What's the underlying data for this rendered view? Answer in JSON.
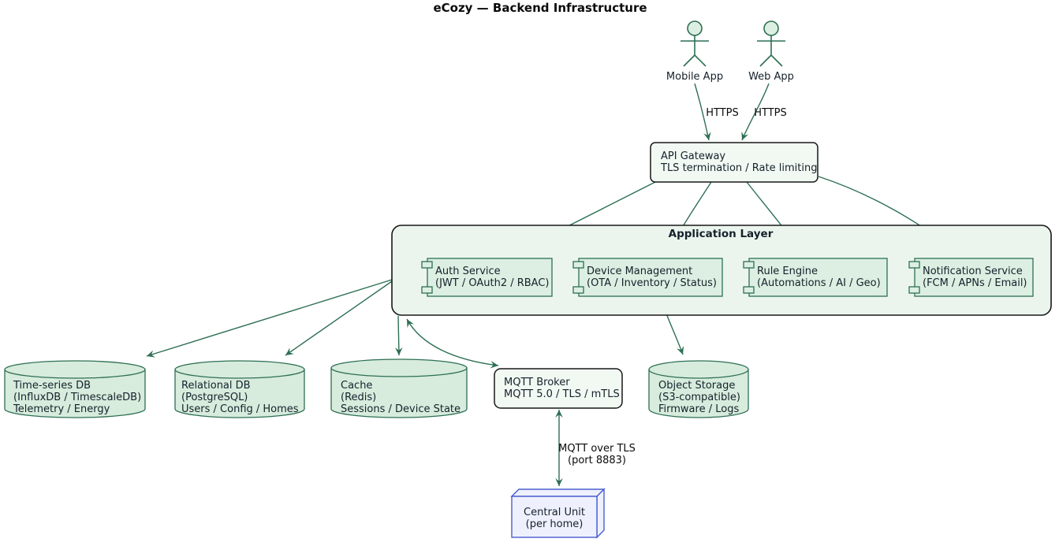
{
  "title": "eCozy — Backend Infrastructure",
  "palette": {
    "edge_green": "#2e6f53",
    "shape_border_green": "#2e6f53",
    "box_border_dark": "#181818",
    "gateway_fill": "#f2f9f3",
    "container_fill": "#ebf5ee",
    "component_fill": "#dcefe2",
    "database_fill": "#d7ecdd",
    "central_unit_border": "#4a5fd0",
    "central_unit_fill": "#eef1fd",
    "text_color": "#15212b"
  },
  "actors": {
    "mobile": {
      "label": "Mobile App"
    },
    "web": {
      "label": "Web App"
    }
  },
  "edge_labels": {
    "https_mobile": "HTTPS",
    "https_web": "HTTPS",
    "mqtt_line1": "MQTT over TLS",
    "mqtt_line2": "(port 8883)"
  },
  "nodes": {
    "api_gateway": {
      "lines": [
        "API Gateway",
        "TLS termination / Rate limiting"
      ]
    },
    "application_layer": {
      "title": "Application Layer"
    },
    "auth_service": {
      "lines": [
        "Auth Service",
        "(JWT / OAuth2 / RBAC)"
      ]
    },
    "device_management": {
      "lines": [
        "Device Management",
        "(OTA / Inventory / Status)"
      ]
    },
    "rule_engine": {
      "lines": [
        "Rule Engine",
        "(Automations / AI / Geo)"
      ]
    },
    "notification_service": {
      "lines": [
        "Notification Service",
        "(FCM / APNs / Email)"
      ]
    },
    "timeseries_db": {
      "lines": [
        "Time-series DB",
        "(InfluxDB / TimescaleDB)",
        "Telemetry / Energy"
      ]
    },
    "relational_db": {
      "lines": [
        "Relational DB",
        "(PostgreSQL)",
        "Users / Config / Homes"
      ]
    },
    "cache_db": {
      "lines": [
        "Cache",
        "(Redis)",
        "Sessions / Device State"
      ]
    },
    "mqtt_broker": {
      "lines": [
        "MQTT Broker",
        "MQTT 5.0 / TLS / mTLS"
      ]
    },
    "object_storage": {
      "lines": [
        "Object Storage",
        "(S3-compatible)",
        "Firmware / Logs"
      ]
    },
    "central_unit": {
      "lines": [
        "Central Unit",
        "(per home)"
      ]
    }
  }
}
